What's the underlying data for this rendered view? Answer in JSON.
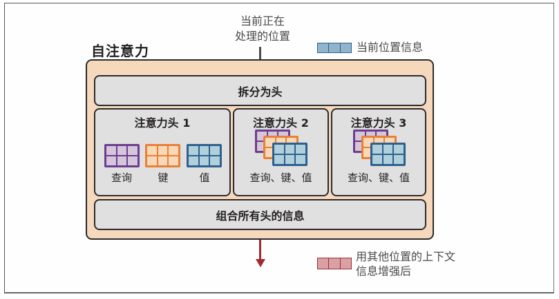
{
  "diagram": {
    "title": "自注意力",
    "input_label_line1": "当前正在",
    "input_label_line2": "处理的位置",
    "legend_current": {
      "label": "当前位置信息",
      "color": "#8fb4cc",
      "border": "#2e5f8f"
    },
    "legend_output": {
      "label_line1": "用其他位置的上下文",
      "label_line2": "信息增强后",
      "color": "#d9a1a4",
      "border": "#9e2a32"
    },
    "split_step": "拆分为头",
    "combine_step": "组合所有头的信息",
    "heads": [
      {
        "title": "注意力头 1",
        "matrices": [
          {
            "name": "query",
            "label": "查询",
            "fill": "#d5c6dc",
            "stroke": "#6b3d8e"
          },
          {
            "name": "key",
            "label": "键",
            "fill": "#f9d8b8",
            "stroke": "#e88036"
          },
          {
            "name": "value",
            "label": "值",
            "fill": "#b0d0db",
            "stroke": "#2e5f8f"
          }
        ]
      },
      {
        "title": "注意力头 2",
        "caption": "查询、键、值"
      },
      {
        "title": "注意力头 3",
        "caption": "查询、键、值"
      }
    ],
    "colors": {
      "container_fill": "#f6d8bc",
      "box_fill": "#e0e0e0",
      "input_arrow": "#4a4a4a",
      "output_arrow": "#9e2a32"
    }
  }
}
